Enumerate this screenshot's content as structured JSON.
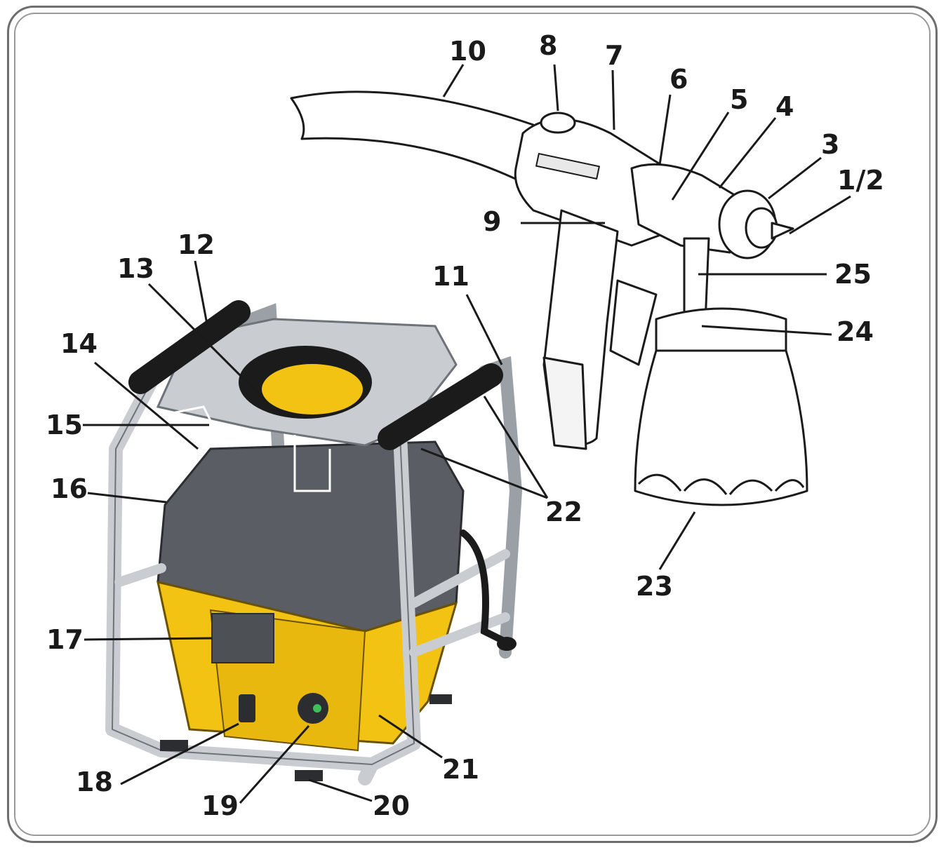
{
  "diagram": {
    "colors": {
      "frame": "#6e6e6e",
      "motor_gray": "#5a5e64",
      "housing_yellow": "#f2c313",
      "tube_silver": "#c9cdd2",
      "grip_black": "#1b1b1b",
      "outline": "#1a1a1a"
    },
    "callouts": [
      {
        "id": "c-1-2",
        "text": "1/2"
      },
      {
        "id": "c-3",
        "text": "3"
      },
      {
        "id": "c-4",
        "text": "4"
      },
      {
        "id": "c-5",
        "text": "5"
      },
      {
        "id": "c-6",
        "text": "6"
      },
      {
        "id": "c-7",
        "text": "7"
      },
      {
        "id": "c-8",
        "text": "8"
      },
      {
        "id": "c-9",
        "text": "9"
      },
      {
        "id": "c-10",
        "text": "10"
      },
      {
        "id": "c-11",
        "text": "11"
      },
      {
        "id": "c-12",
        "text": "12"
      },
      {
        "id": "c-13",
        "text": "13"
      },
      {
        "id": "c-14",
        "text": "14"
      },
      {
        "id": "c-15",
        "text": "15"
      },
      {
        "id": "c-16",
        "text": "16"
      },
      {
        "id": "c-17",
        "text": "17"
      },
      {
        "id": "c-18",
        "text": "18"
      },
      {
        "id": "c-19",
        "text": "19"
      },
      {
        "id": "c-20",
        "text": "20"
      },
      {
        "id": "c-21",
        "text": "21"
      },
      {
        "id": "c-22",
        "text": "22"
      },
      {
        "id": "c-23",
        "text": "23"
      },
      {
        "id": "c-24",
        "text": "24"
      },
      {
        "id": "c-25",
        "text": "25"
      }
    ]
  }
}
